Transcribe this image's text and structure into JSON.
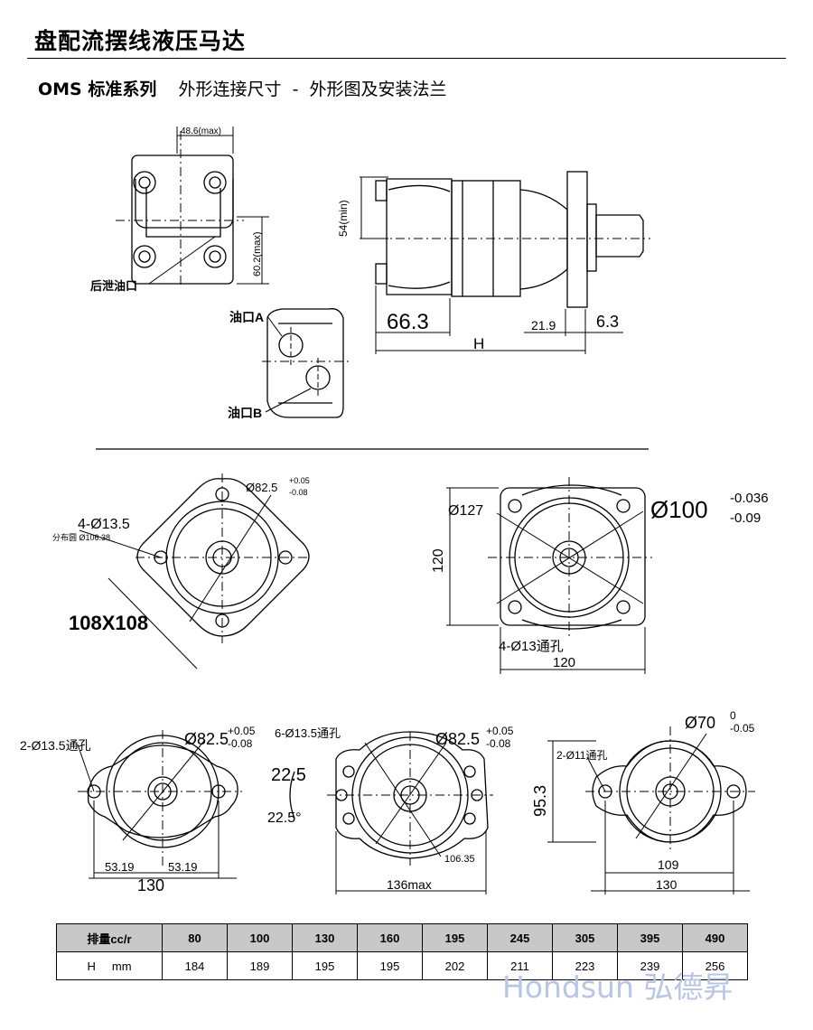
{
  "header": {
    "title": "盘配流摆线液压马达",
    "series": "OMS 标准系列",
    "subtitle_rest": "外形连接尺寸  -  外形图及安装法兰"
  },
  "side_view": {
    "labels": {
      "max_width": "48.6(max)",
      "max_height": "60.2(max)",
      "drain_port": "后泄油口"
    }
  },
  "front_view": {
    "labels": {
      "min_54": "54(min)",
      "dim_663": "66.3",
      "dim_219": "21.9",
      "dim_63": "6.3",
      "h": "H"
    }
  },
  "port_view": {
    "labels": {
      "port_a": "油口A",
      "port_b": "油口B"
    }
  },
  "flange_square": {
    "labels": {
      "holes": "4-Ø13.5",
      "pitch_circle": "分布圆 Ø106.38",
      "pilot_main": "Ø82.5",
      "pilot_tol_up": "+0.05",
      "pilot_tol_dn": "-0.08",
      "size": "108X108"
    }
  },
  "flange_square120": {
    "labels": {
      "dia": "Ø127",
      "pilot_main": "Ø100",
      "pilot_tol_up": "-0.036",
      "pilot_tol_dn": "-0.09",
      "height": "120",
      "width": "120",
      "holes": "4-Ø13通孔"
    }
  },
  "flange_2hole": {
    "labels": {
      "holes": "2-Ø13.5通孔",
      "pilot_main": "Ø82.5",
      "pilot_tol_up": "+0.05",
      "pilot_tol_dn": "-0.08",
      "half_left": "53.19",
      "half_right": "53.19",
      "width": "130"
    }
  },
  "flange_6hole": {
    "labels": {
      "holes": "6-Ø13.5通孔",
      "pilot_main": "Ø82.5",
      "pilot_tol_up": "+0.05",
      "pilot_tol_dn": "-0.08",
      "angle1": "22.5",
      "angle2": "22.5°",
      "pcd": "106.35",
      "width": "136max"
    }
  },
  "flange_oval": {
    "labels": {
      "holes": "2-Ø11通孔",
      "pilot_main": "Ø70",
      "pilot_tol_up": "0",
      "pilot_tol_dn": "-0.05",
      "height": "95.3",
      "pitch": "109",
      "width": "130"
    }
  },
  "spec_table": {
    "row1_label": "排量cc/r",
    "row2_label": "H     mm",
    "displacement": [
      "80",
      "100",
      "130",
      "160",
      "195",
      "245",
      "305",
      "395",
      "490"
    ],
    "h_values": [
      "184",
      "189",
      "195",
      "195",
      "202",
      "211",
      "223",
      "239",
      "256"
    ]
  },
  "watermark": "Hondsun 弘德昇"
}
